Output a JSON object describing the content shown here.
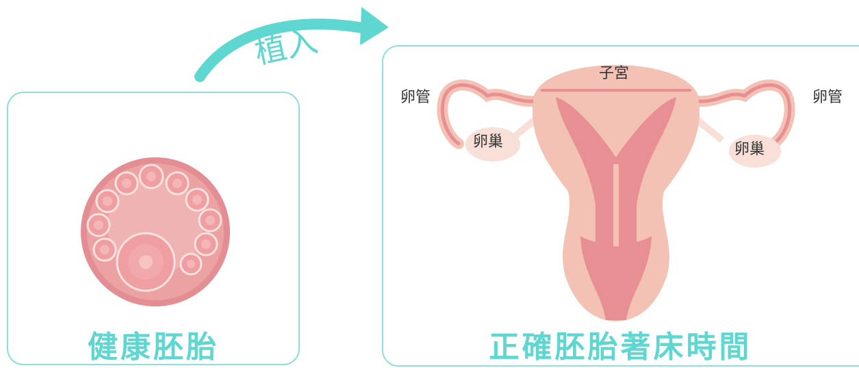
{
  "arrow": {
    "label": "植入"
  },
  "left_panel": {
    "caption": "健康胚胎"
  },
  "right_panel": {
    "caption": "正確胚胎著床時間",
    "labels": {
      "uterus": "子宮",
      "fallopian_tube_left": "卵管",
      "fallopian_tube_right": "卵管",
      "ovary_left": "卵巢",
      "ovary_right": "卵巢"
    }
  },
  "colors": {
    "accent": "#5dd7d0",
    "panel_border": "#8fded9",
    "uterus_outer": "#f3c2b5",
    "uterus_inner": "#e88f94",
    "embryo": "#e88f94"
  }
}
